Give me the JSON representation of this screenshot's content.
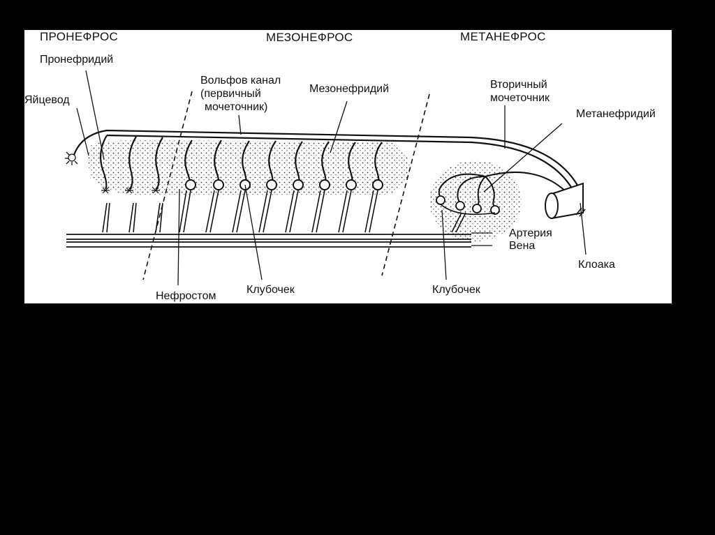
{
  "slide": {
    "background": "#000000",
    "panel_background": "#ffffff",
    "ink_color": "#111111"
  },
  "regions": {
    "pronephros": "ПРОНЕФРОС",
    "mesonephros": "МЕЗОНЕФРОС",
    "metanephros": "МЕТАНЕФРОС"
  },
  "labels": {
    "pronephridium": "Пронефридий",
    "oviduct": "Яйцевод",
    "wolffian_duct_1": "Вольфов канал",
    "wolffian_duct_2": "(первичный",
    "wolffian_duct_3": "мочеточник)",
    "mesonephridium": "Мезонефридий",
    "secondary_ureter_1": "Вторичный",
    "secondary_ureter_2": "мочеточник",
    "metanephridium": "Метанефридий",
    "artery": "Артерия",
    "vein": "Вена",
    "cloaca": "Клоака",
    "nephrostome": "Нефростом",
    "glomerulus_meso": "Клубочек",
    "glomerulus_meta": "Клубочек"
  }
}
